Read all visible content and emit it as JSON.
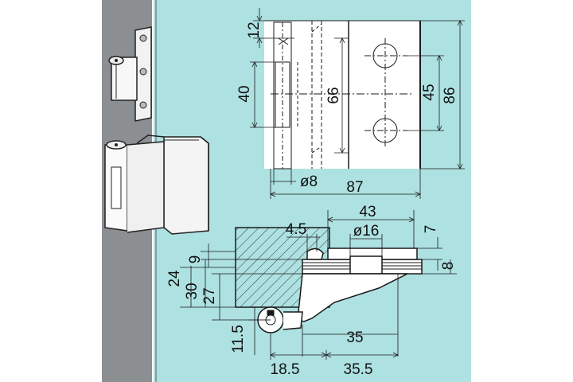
{
  "colors": {
    "panel": "#aee1e1",
    "wall": "#8c8f92",
    "drawing_bg": "#ffffff",
    "line": "#1a1a1a",
    "hatch": "#333333"
  },
  "top_view": {
    "dim_12": "12",
    "dim_40": "40",
    "dim_66": "66",
    "dim_45": "45",
    "dim_86": "86",
    "dim_8_dia": "ø8",
    "dim_87": "87"
  },
  "side_view": {
    "dim_43": "43",
    "dim_4_5": "4.5",
    "dim_16_dia": "ø16",
    "dim_7": "7",
    "dim_8": "8",
    "dim_9": "9",
    "dim_24": "24",
    "dim_30": "30",
    "dim_27": "27",
    "dim_11_5": "11.5",
    "dim_35": "35",
    "dim_18_5": "18.5",
    "dim_35_5": "35.5"
  },
  "icons": {
    "wall_plate": "hinge-wall-plate-icon",
    "glass_clamp": "hinge-glass-clamp-icon"
  }
}
